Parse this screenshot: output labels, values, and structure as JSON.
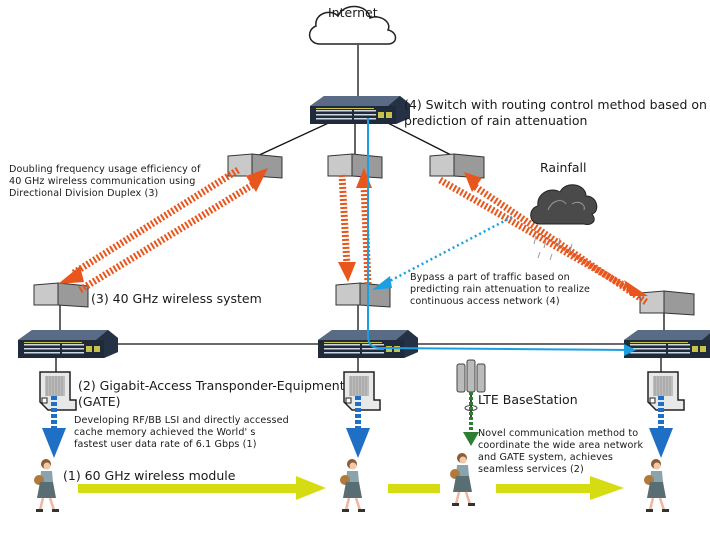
{
  "nodes": {
    "internet": {
      "label": "Internet",
      "icon": "cloud-icon"
    },
    "core_switch": {
      "label": "(4) Switch with routing control method based on\nprediction of rain attenuation",
      "icon": "network-switch-icon"
    },
    "rainfall": {
      "label": "Rainfall",
      "icon": "rain-cloud-icon"
    },
    "wireless_system": {
      "label": "(3) 40 GHz wireless system",
      "icon": "antenna-panel-icon"
    },
    "gate": {
      "label": "(2) Gigabit-Access Transponder-Equipment\n(GATE)",
      "icon": "gate-device-icon"
    },
    "lte": {
      "label": "LTE BaseStation",
      "icon": "cell-tower-icon"
    },
    "wireless_module": {
      "label": "(1) 60 GHz wireless module",
      "icon": "person-walking-icon"
    }
  },
  "annotations": {
    "ddd": "Doubling frequency usage efficiency of\n40 GHz wireless communication using\nDirectional Division Duplex (3)",
    "bypass": "Bypass a part of traffic based on\npredicting rain attenuation to realize\ncontinuous access network (4)",
    "gate_rate": "Developing RF/BB LSI and directly accessed\ncache memory achieved the World' s\nfastest user data rate of 6.1 Gbps (1)",
    "novel": "Novel communication method to\ncoordinate the wide area network\nand GATE system, achieves\nseamless services (2)"
  },
  "colors": {
    "wireless_link": "#e8561d",
    "bypass_path": "#1aa0e0",
    "download_arrow": "#1f6fc4",
    "lte_arrow": "#2e7d32",
    "movement_arrow": "#d6dc12",
    "switch_body": "#2e3b4e",
    "panel_light": "#c9c9c9",
    "panel_dark": "#9a9a9a",
    "storm_cloud": "#4a4a4a"
  }
}
